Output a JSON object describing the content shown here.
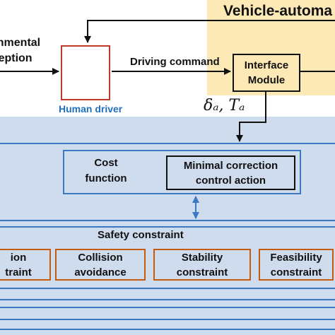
{
  "section_title": "Vehicle-automa",
  "environment_perception": [
    "onmental",
    "eption"
  ],
  "human_driver": {
    "label": "Human driver",
    "icon": "seated-driver-icon"
  },
  "driving_command": "Driving command",
  "interface_module": [
    "Interface",
    "Module"
  ],
  "driver_inputs": "δₐ, Tₐ",
  "cost_function": [
    "Cost",
    "function"
  ],
  "minimal_correction": [
    "Minimal correction",
    "control action"
  ],
  "safety_constraint": "Safety constraint",
  "constraints": [
    {
      "line1": "ion",
      "line2": "traint"
    },
    {
      "line1": "Collision",
      "line2": "avoidance"
    },
    {
      "line1": "Stability",
      "line2": "constraint"
    },
    {
      "line1": "Feasibility",
      "line2": "constraint"
    }
  ],
  "colors": {
    "automation_region": "#fde9b5",
    "controller_region": "#cfdcee",
    "driver_border": "#c0392b",
    "driver_icon": "#e67e22",
    "driver_label": "#1f6fbf",
    "cost_box_border": "#3a78c2",
    "constraint_border": "#c55a11"
  }
}
